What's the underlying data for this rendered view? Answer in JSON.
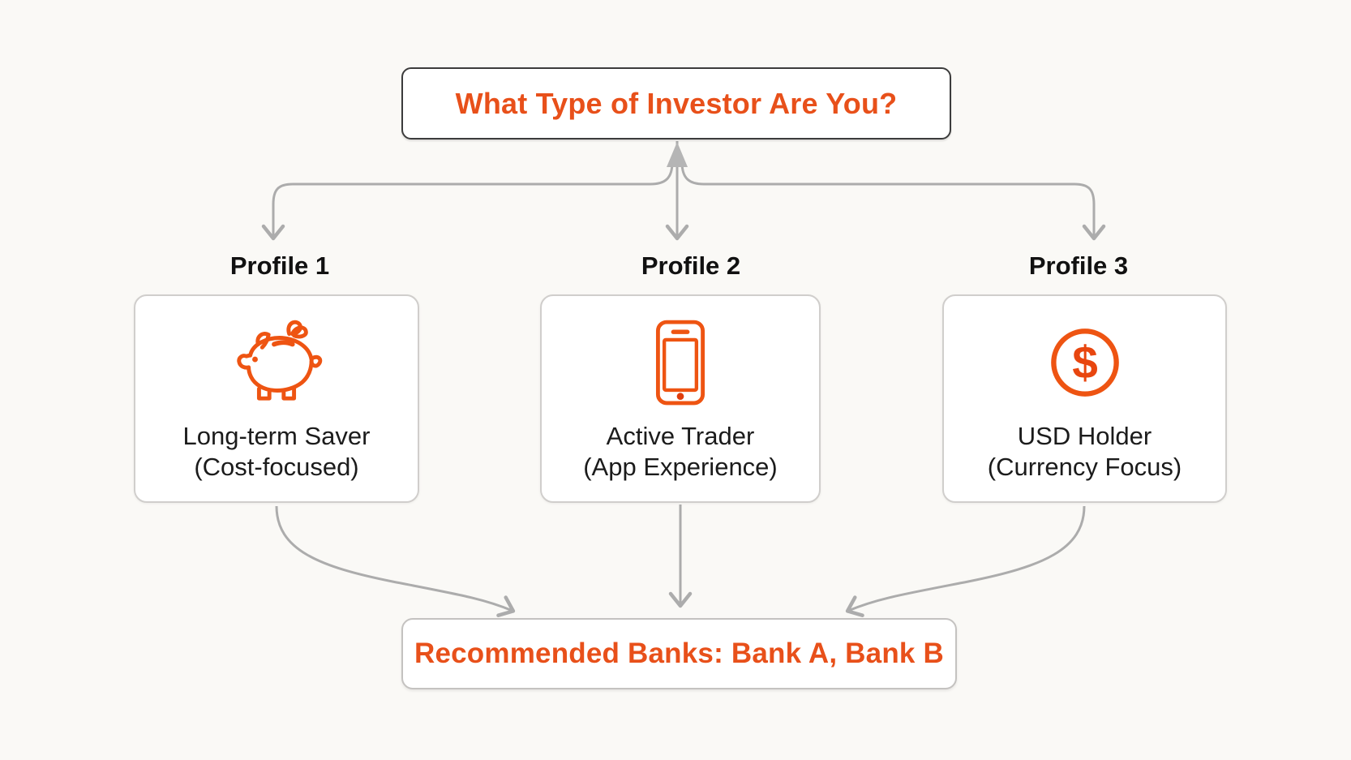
{
  "colors": {
    "accent_orange": "#E8501A",
    "connector_gray": "#ADADAD",
    "title_border": "#3C3C3C",
    "card_border": "#D0CECC",
    "text_dark": "#1B1B1B",
    "background": "#FAF9F6",
    "card_background": "#FFFFFF"
  },
  "title_box": {
    "label": "What Type of Investor Are You?"
  },
  "profiles": [
    {
      "label": "Profile 1",
      "icon": "piggy-bank-icon",
      "name": "Long-term Saver",
      "qualifier": "(Cost-focused)"
    },
    {
      "label": "Profile 2",
      "icon": "smartphone-icon",
      "name": "Active Trader",
      "qualifier": "(App Experience)"
    },
    {
      "label": "Profile 3",
      "icon": "dollar-coin-icon",
      "name": "USD Holder",
      "qualifier": "(Currency Focus)"
    }
  ],
  "result_box": {
    "label": "Recommended Banks: Bank A, Bank B"
  },
  "icons": {
    "dollar_glyph": "$"
  }
}
